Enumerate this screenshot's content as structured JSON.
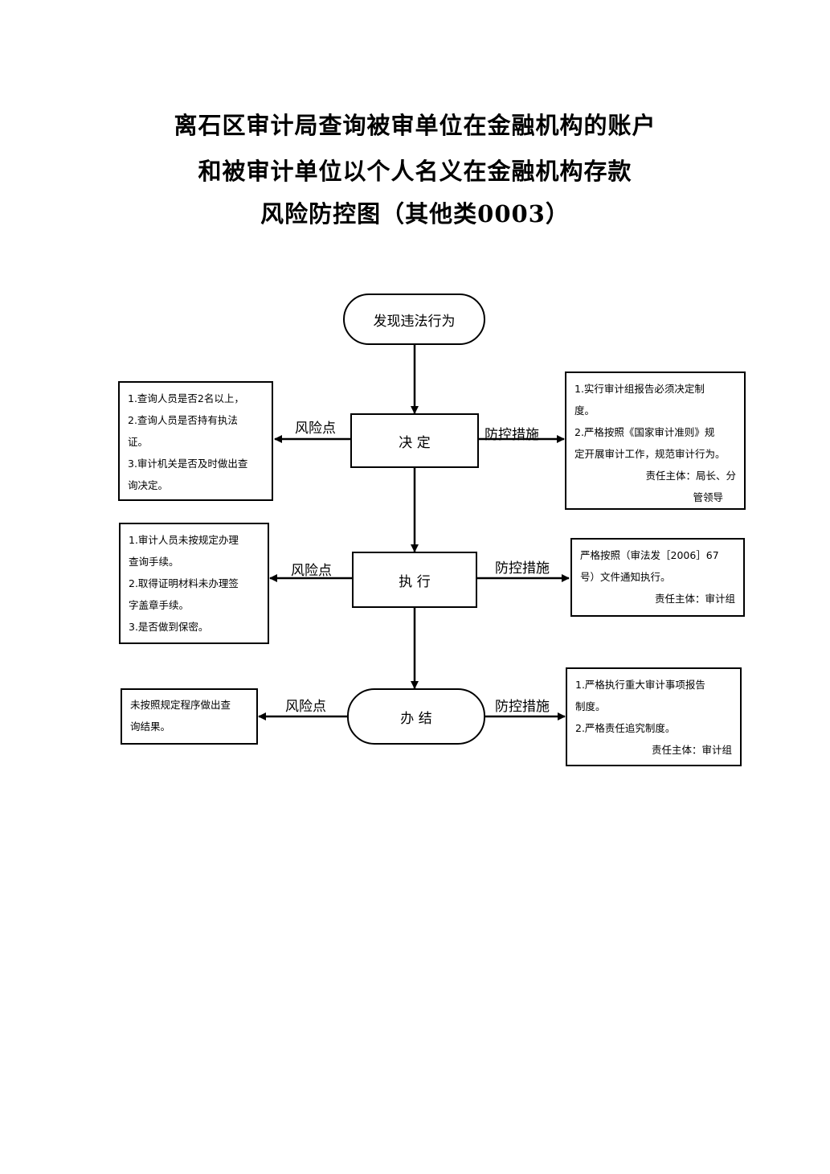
{
  "title": {
    "line1": "离石区审计局查询被审单位在金融机构的账户",
    "line2": "和被审计单位以个人名义在金融机构存款",
    "line3": "风险防控图（其他类0003）"
  },
  "flow": {
    "start": "发现违法行为",
    "decide": "决 定",
    "execute": "执 行",
    "finish": "办 结"
  },
  "labels": {
    "risk": "风险点",
    "control": "防控措施"
  },
  "risks": {
    "decide": [
      "1.查询人员是否2名以上，",
      "2.查询人员是否持有执法",
      "证。",
      "3.审计机关是否及时做出查",
      "询决定。"
    ],
    "execute": [
      "1.审计人员未按规定办理",
      "查询手续。",
      "2.取得证明材料未办理签",
      "字盖章手续。",
      "3.是否做到保密。"
    ],
    "finish": [
      "未按照规定程序做出查",
      "询结果。"
    ]
  },
  "controls": {
    "decide": {
      "lines": [
        "1.实行审计组报告必须决定制",
        "度。",
        "2.严格按照《国家审计准则》规",
        "定开展审计工作，规范审计行为。"
      ],
      "owner1": "责任主体：局长、分",
      "owner2": "管领导"
    },
    "execute": {
      "lines": [
        "严格按照（审法发［2006］67",
        "号）文件通知执行。"
      ],
      "owner1": "责任主体：审计组"
    },
    "finish": {
      "lines": [
        "1.严格执行重大审计事项报告",
        "制度。",
        "2.严格责任追究制度。"
      ],
      "owner1": "责任主体：审计组"
    }
  }
}
